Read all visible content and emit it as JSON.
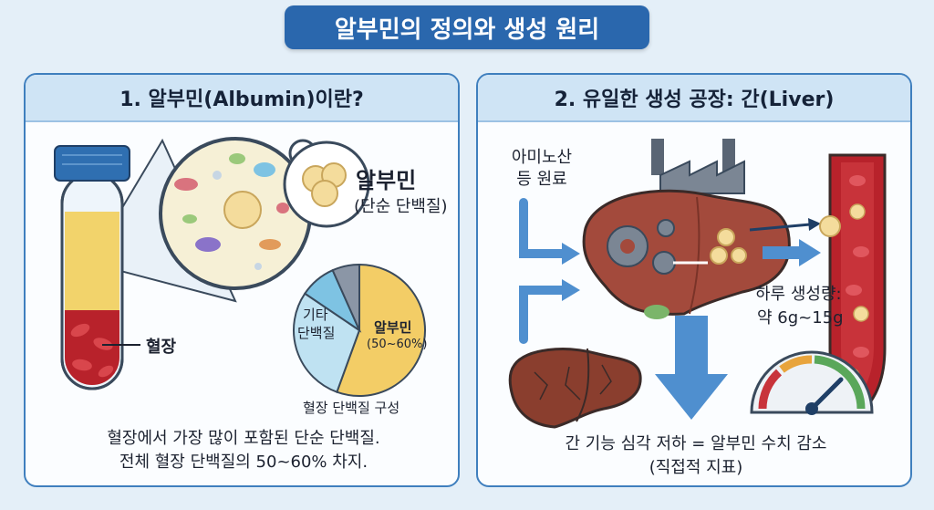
{
  "title": "알부민의 정의와 생성 원리",
  "left_panel": {
    "heading": "1. 알부민(Albumin)이란?",
    "albumin_label": "알부민",
    "albumin_sublabel": "(단순 단백질)",
    "plasma_label": "혈장",
    "pie_other_label_line1": "기타",
    "pie_other_label_line2": "단백질",
    "pie_albumin_label": "알부민",
    "pie_albumin_range": "(50~60%)",
    "pie_caption": "혈장 단백질 구성",
    "description_line1": "혈장에서 가장 많이 포함된 단순 단백질.",
    "description_line2": "전체 혈장 단백질의 50~60% 차지."
  },
  "right_panel": {
    "heading": "2. 유일한 생성 공장: 간(Liver)",
    "raw_material_line1": "아미노산",
    "raw_material_line2": "등 원료",
    "daily_production_line1": "하루 생성량:",
    "daily_production_line2": "약 6g~15g",
    "conclusion_line1": "간 기능 심각 저하 = 알부민 수치 감소",
    "conclusion_line2": "(직접적 지표)"
  },
  "colors": {
    "title_bg": "#2a67ad",
    "panel_border": "#3f7fbe",
    "panel_header_bg": "#cfe4f5",
    "plasma_yellow": "#f2d36b",
    "blood_red": "#b8222b",
    "liver_brown": "#a34a3c",
    "albumin_cream": "#f4dc9c",
    "arrow_blue": "#4f8fcf"
  },
  "chart_data": {
    "type": "pie",
    "title": "혈장 단백질 구성",
    "slices": [
      {
        "label": "알부민",
        "value_range": "50~60%",
        "color": "#f3cd66"
      },
      {
        "label": "기타 단백질",
        "color": "#bfe2f2"
      },
      {
        "label": "",
        "color": "#7ec3e3"
      },
      {
        "label": "",
        "color": "#8b96a6"
      }
    ]
  }
}
